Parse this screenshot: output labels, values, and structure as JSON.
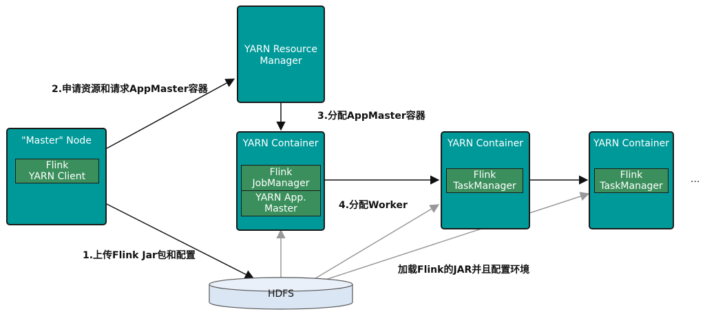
{
  "colors": {
    "box_fill": "#009999",
    "inner_fill": "#3a8f5c",
    "hdfs_fill": "#dbe6f4",
    "arrow_black": "#111111",
    "arrow_gray": "#999999"
  },
  "nodes": {
    "master": {
      "title": "\"Master\" Node",
      "inner_line1": "Flink",
      "inner_line2": "YARN Client"
    },
    "resource_manager": {
      "line1": "YARN Resource",
      "line2": "Manager"
    },
    "jm_container": {
      "title": "YARN Container",
      "jm_line1": "Flink",
      "jm_line2": "JobManager",
      "am_line1": "YARN App.",
      "am_line2": "Master"
    },
    "tm_container_1": {
      "title": "YARN Container",
      "inner_line1": "Flink",
      "inner_line2": "TaskManager"
    },
    "tm_container_2": {
      "title": "YARN Container",
      "inner_line1": "Flink",
      "inner_line2": "TaskManager"
    },
    "hdfs": {
      "label": "HDFS"
    },
    "more": "..."
  },
  "edges": {
    "step1": "1.上传Flink Jar包和配置",
    "step2": "2.申请资源和请求AppMaster容器",
    "step3": "3.分配AppMaster容器",
    "step4": "4.分配Worker",
    "load": "加载Flink的JAR并且配置环境"
  }
}
